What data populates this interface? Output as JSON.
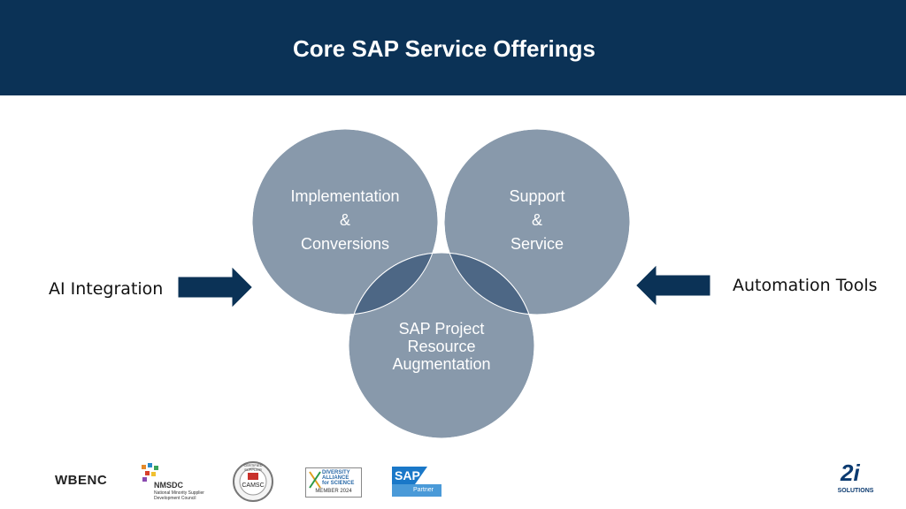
{
  "header": {
    "title": "Core SAP Service Offerings"
  },
  "diagram": {
    "circles": [
      {
        "lines": [
          "Implementation",
          "&",
          "Conversions"
        ]
      },
      {
        "lines": [
          "Support",
          "&",
          "Service"
        ]
      },
      {
        "lines": [
          "SAP Project",
          "Resource",
          "Augmentation"
        ]
      }
    ],
    "left_label": "AI Integration",
    "right_label": "Automation Tools"
  },
  "colors": {
    "header_bg": "#0b3256",
    "circle_fill": "#8899ab",
    "overlap_fill": "#4d6785",
    "arrow_fill": "#0b3256"
  },
  "logos": {
    "wbenc": "WBENC",
    "nmsdc": "NMSDC",
    "nmsdc_sub": "National Minority Supplier Development Council",
    "camsc": "CAMSC",
    "camsc_ring": "CERTIFIED SUPPLIER",
    "diversity_lines": [
      "DIVERSITY",
      "ALLIANCE",
      "for SCIENCE"
    ],
    "diversity_member": "MEMBER 2024",
    "sap": "SAP",
    "sap_partner": "Partner",
    "company_mark": "2i",
    "company_name": "SOLUTIONS"
  }
}
